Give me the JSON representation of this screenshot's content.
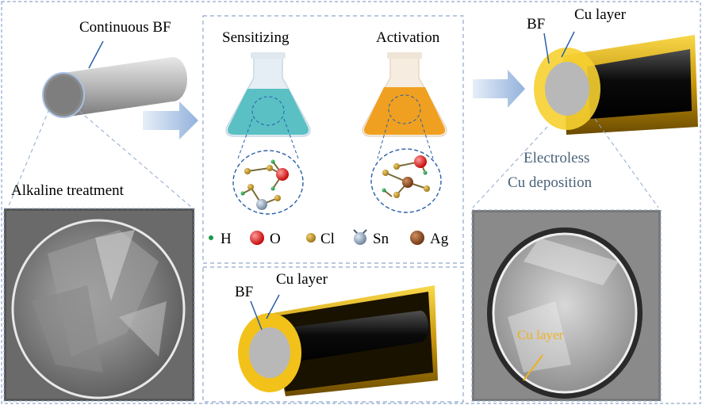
{
  "labels": {
    "continuous_bf": "Continuous BF",
    "alkaline_treatment": "Alkaline treatment",
    "sensitizing": "Sensitizing",
    "activation": "Activation",
    "bf_top": "BF",
    "cu_layer_top": "Cu layer",
    "electroless_line1": "Electroless",
    "electroless_line2": "Cu deposition",
    "bf_bottom": "BF",
    "cu_layer_bottom": "Cu layer",
    "sem_cu_layer": "Cu layer"
  },
  "legend": [
    {
      "symbol": "H",
      "color": "#1a9a4a"
    },
    {
      "symbol": "O",
      "color": "#e01010"
    },
    {
      "symbol": "Cl",
      "color": "#b8901a"
    },
    {
      "symbol": "Sn",
      "color": "#8aa0b8"
    },
    {
      "symbol": "Ag",
      "color": "#8a4a1a"
    }
  ],
  "colors": {
    "dashed_border": "#8fa8cc",
    "arrow_fill": "#a8c0e4",
    "callout_blue": "#2b5fa8",
    "flask_teal": "#5ac0c4",
    "flask_orange": "#f0a020",
    "cu_gold": "#f2c21a",
    "fiber_gray": "#b8b8b8",
    "electroless_text": "#4a6278"
  }
}
